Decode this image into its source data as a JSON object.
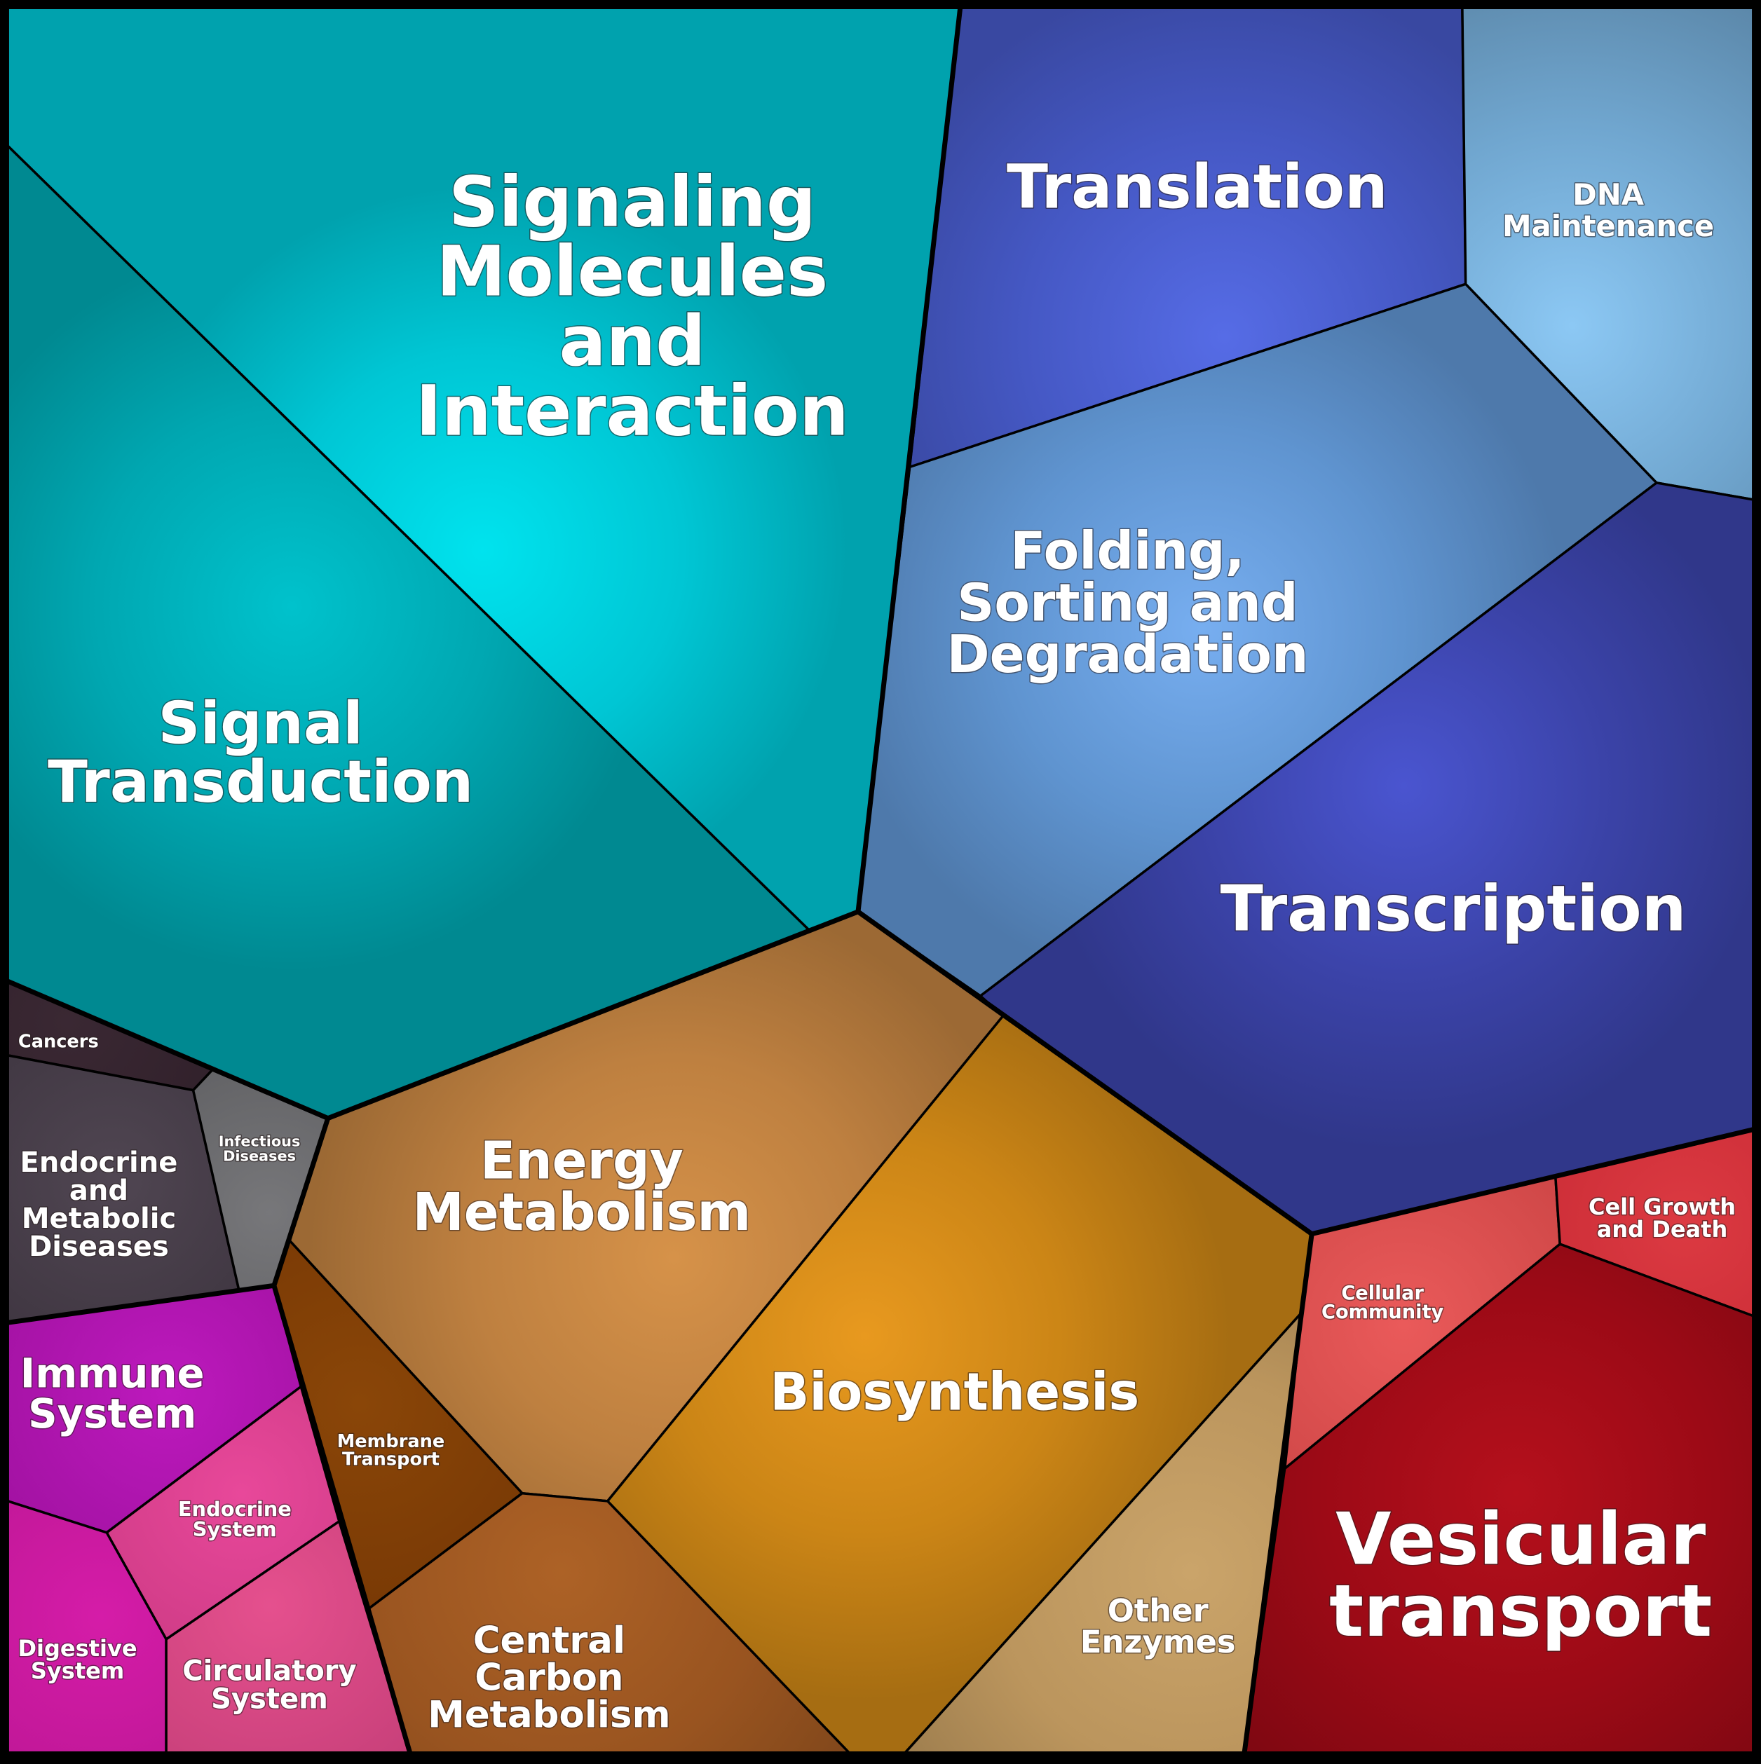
{
  "cells": [
    {
      "id": "signaling-molecules",
      "label": [
        "Signaling",
        "Molecules",
        "and",
        "Interaction"
      ],
      "color": "#00c6d4",
      "highlight": "#00e3ee"
    },
    {
      "id": "signal-transduction",
      "label": [
        "Signal",
        "Transduction"
      ],
      "color": "#00a7b1",
      "highlight": "#00c2cc"
    },
    {
      "id": "translation",
      "label": [
        "Translation"
      ],
      "color": "#4558c4",
      "highlight": "#566ce6"
    },
    {
      "id": "dna-maintenance",
      "label": [
        "DNA",
        "Maintenance"
      ],
      "color": "#70a6cf",
      "highlight": "#8cc8f4"
    },
    {
      "id": "folding-sorting",
      "label": [
        "Folding,",
        "Sorting and",
        "Degradation"
      ],
      "color": "#5f94d0",
      "highlight": "#77aef0"
    },
    {
      "id": "transcription",
      "label": [
        "Transcription"
      ],
      "color": "#3b43a8",
      "highlight": "#4a55d0"
    },
    {
      "id": "cancers",
      "label": [
        "Cancers"
      ],
      "color": "#2f1f29",
      "highlight": "#3a2833"
    },
    {
      "id": "endocrine-metabolic",
      "label": [
        "Endocrine",
        "and",
        "Metabolic",
        "Diseases"
      ],
      "color": "#3e3540",
      "highlight": "#504652"
    },
    {
      "id": "infectious-diseases",
      "label": [
        "Infectious",
        "Diseases"
      ],
      "color": "#5d5d60",
      "highlight": "#77777a"
    },
    {
      "id": "energy-metabolism",
      "label": [
        "Energy",
        "Metabolism"
      ],
      "color": "#be8040",
      "highlight": "#d69249"
    },
    {
      "id": "biosynthesis",
      "label": [
        "Biosynthesis"
      ],
      "color": "#cb8516",
      "highlight": "#e8991f"
    },
    {
      "id": "membrane-transport",
      "label": [
        "Membrane",
        "Transport"
      ],
      "color": "#7a3a05",
      "highlight": "#8a4608"
    },
    {
      "id": "central-carbon",
      "label": [
        "Central",
        "Carbon",
        "Metabolism"
      ],
      "color": "#995420",
      "highlight": "#ad6226"
    },
    {
      "id": "other-enzymes",
      "label": [
        "Other",
        "Enzymes"
      ],
      "color": "#bb955d",
      "highlight": "#caa46a"
    },
    {
      "id": "immune-system",
      "label": [
        "Immune",
        "System"
      ],
      "color": "#a212a2",
      "highlight": "#bd19bd"
    },
    {
      "id": "endocrine-system",
      "label": [
        "Endocrine",
        "System"
      ],
      "color": "#cc3a84",
      "highlight": "#e8489a"
    },
    {
      "id": "digestive-system",
      "label": [
        "Digestive",
        "System"
      ],
      "color": "#bd1795",
      "highlight": "#d51ca8"
    },
    {
      "id": "circulatory-system",
      "label": [
        "Circulatory",
        "System"
      ],
      "color": "#c8407a",
      "highlight": "#e5508e"
    },
    {
      "id": "cellular-community",
      "label": [
        "Cellular",
        "Community"
      ],
      "color": "#d04848",
      "highlight": "#ea5a5a"
    },
    {
      "id": "cell-growth-death",
      "label": [
        "Cell Growth",
        "and Death"
      ],
      "color": "#c82a34",
      "highlight": "#dc3a42"
    },
    {
      "id": "vesicular-transport",
      "label": [
        "Vesicular",
        "transport"
      ],
      "color": "#9c0a16",
      "highlight": "#b5101c"
    }
  ]
}
